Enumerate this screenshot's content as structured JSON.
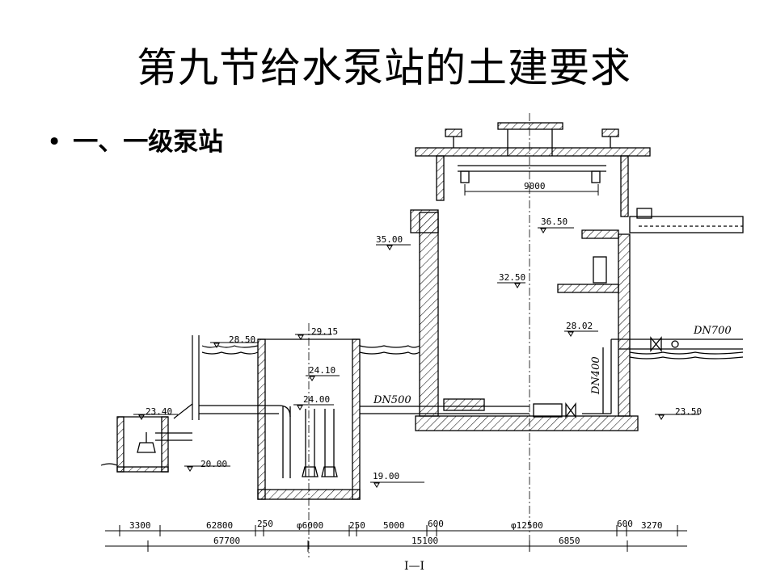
{
  "title": "第九节给水泵站的土建要求",
  "bullet": {
    "marker": "•",
    "text": "一、一级泵站"
  },
  "diagram": {
    "section_label": "I—I",
    "elevations": {
      "e3650": "36.50",
      "e3500": "35.00",
      "e3250": "32.50",
      "e2915": "29.15",
      "e2850": "28.50",
      "e2802": "28.02",
      "e2410": "24.10",
      "e2400": "24.00",
      "e2350": "23.50",
      "e2340": "23.40",
      "e2000": "20.00",
      "e1900": "19.00"
    },
    "pipes": {
      "dn500": "DN500",
      "dn400": "DN400",
      "dn700": "DN700"
    },
    "crane_span": "9000",
    "dims_top": {
      "d1": "3300",
      "d2": "62800",
      "d3": "250",
      "d4": "φ6000",
      "d5": "250",
      "d6": "5000",
      "d7": "600",
      "d8": "φ12500",
      "d9": "600",
      "d10": "3270"
    },
    "dims_bottom": {
      "b1": "67700",
      "b2": "15100",
      "b3": "6850"
    }
  }
}
